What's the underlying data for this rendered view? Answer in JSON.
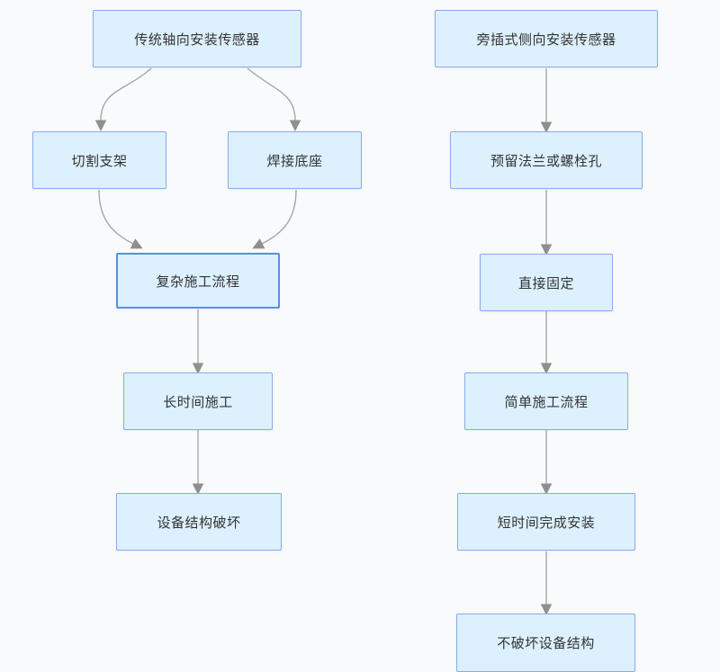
{
  "diagram": {
    "type": "flowchart-comparison",
    "colors": {
      "background": "#f9fafb",
      "node_fill": "#dcf0fd",
      "node_border": "#85ade9",
      "node_border_highlight": "#5b8ceb",
      "edge_line": "#a6a6a6",
      "arrowhead": "#8f8f8f",
      "text": "#333333"
    },
    "flows": [
      {
        "name": "traditional-axial-installation",
        "nodes": [
          {
            "label": "传统轴向安装传感器"
          },
          {
            "label": "切割支架"
          },
          {
            "label": "焊接底座"
          },
          {
            "label": "复杂施工流程"
          },
          {
            "label": "长时间施工"
          },
          {
            "label": "设备结构破坏"
          }
        ],
        "edges": [
          {
            "from": "传统轴向安装传感器",
            "to": "切割支架"
          },
          {
            "from": "传统轴向安装传感器",
            "to": "焊接底座"
          },
          {
            "from": "切割支架",
            "to": "复杂施工流程"
          },
          {
            "from": "焊接底座",
            "to": "复杂施工流程"
          },
          {
            "from": "复杂施工流程",
            "to": "长时间施工"
          },
          {
            "from": "长时间施工",
            "to": "设备结构破坏"
          }
        ]
      },
      {
        "name": "side-insert-lateral-installation",
        "nodes": [
          {
            "label": "旁插式侧向安装传感器"
          },
          {
            "label": "预留法兰或螺栓孔"
          },
          {
            "label": "直接固定"
          },
          {
            "label": "简单施工流程"
          },
          {
            "label": "短时间完成安装"
          },
          {
            "label": "不破坏设备结构"
          }
        ],
        "edges": [
          {
            "from": "旁插式侧向安装传感器",
            "to": "预留法兰或螺栓孔"
          },
          {
            "from": "预留法兰或螺栓孔",
            "to": "直接固定"
          },
          {
            "from": "直接固定",
            "to": "简单施工流程"
          },
          {
            "from": "简单施工流程",
            "to": "短时间完成安装"
          },
          {
            "from": "短时间完成安装",
            "to": "不破坏设备结构"
          }
        ]
      }
    ]
  }
}
